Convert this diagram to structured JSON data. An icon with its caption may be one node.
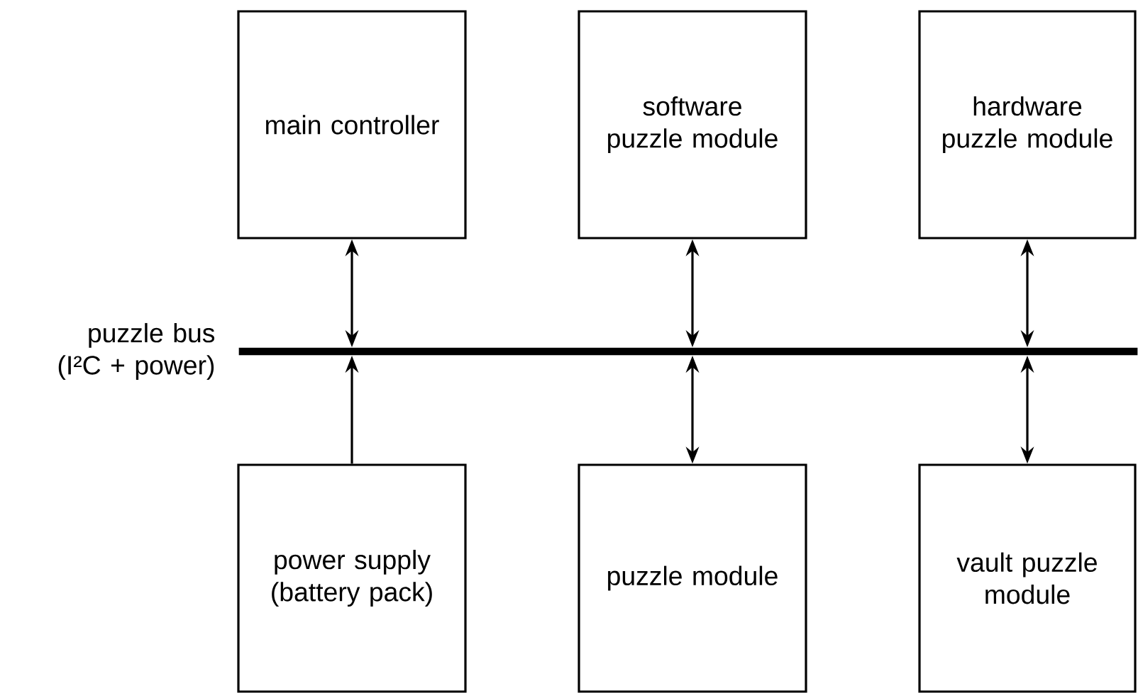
{
  "diagram": {
    "nodes": [
      {
        "text": [
          "main controller"
        ]
      },
      {
        "text": [
          "software puzzle module"
        ]
      },
      {
        "text": [
          "hardware puzzle module"
        ]
      },
      {
        "text": [],
        "shape": "bar",
        "beside": [
          "puzzle bus (I²C + power)"
        ]
      },
      {
        "text": [
          "power supply (battery pack)"
        ]
      },
      {
        "text": [
          "puzzle module"
        ]
      },
      {
        "text": [
          "vault puzzle module"
        ]
      }
    ],
    "edges": [
      {
        "from": 0,
        "to": 3,
        "arrow": "both"
      },
      {
        "from": 1,
        "to": 3,
        "arrow": "both"
      },
      {
        "from": 2,
        "to": 3,
        "arrow": "both"
      },
      {
        "from": 4,
        "to": 3,
        "arrow": "to"
      },
      {
        "from": 3,
        "to": 5,
        "arrow": "both"
      },
      {
        "from": 3,
        "to": 6,
        "arrow": "both"
      }
    ]
  }
}
